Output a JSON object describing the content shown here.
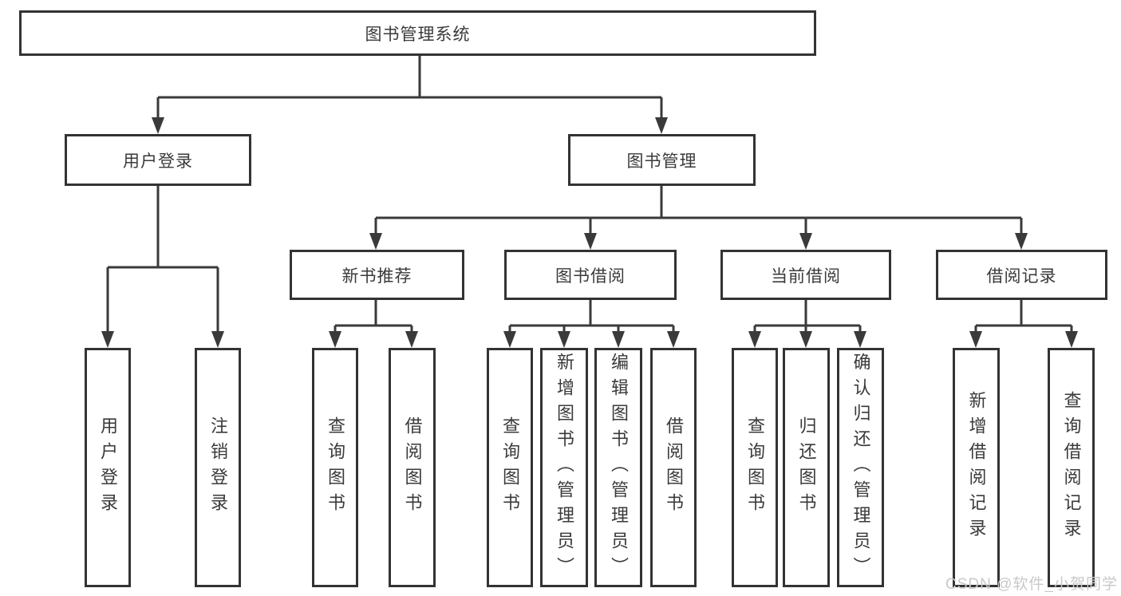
{
  "colors": {
    "line": "#3a3a3a",
    "box_border": "#333333",
    "text": "#3a3a3a",
    "background": "#ffffff",
    "watermark": "#c9c9c9"
  },
  "diagram": {
    "root": {
      "label": "图书管理系统"
    },
    "level2": [
      {
        "label": "用户登录"
      },
      {
        "label": "图书管理"
      }
    ],
    "level3": [
      {
        "label": "新书推荐"
      },
      {
        "label": "图书借阅"
      },
      {
        "label": "当前借阅"
      },
      {
        "label": "借阅记录"
      }
    ],
    "leaves": [
      {
        "label": "用户登录"
      },
      {
        "label": "注销登录"
      },
      {
        "label": "查询图书"
      },
      {
        "label": "借阅图书"
      },
      {
        "label": "查询图书"
      },
      {
        "label": "新增图书（管理员）"
      },
      {
        "label": "编辑图书（管理员）"
      },
      {
        "label": "借阅图书"
      },
      {
        "label": "查询图书"
      },
      {
        "label": "归还图书"
      },
      {
        "label": "确认归还（管理员）"
      },
      {
        "label": "新增借阅记录"
      },
      {
        "label": "查询借阅记录"
      }
    ]
  },
  "watermark": {
    "text": "CSDN @软件_小贺同学"
  }
}
